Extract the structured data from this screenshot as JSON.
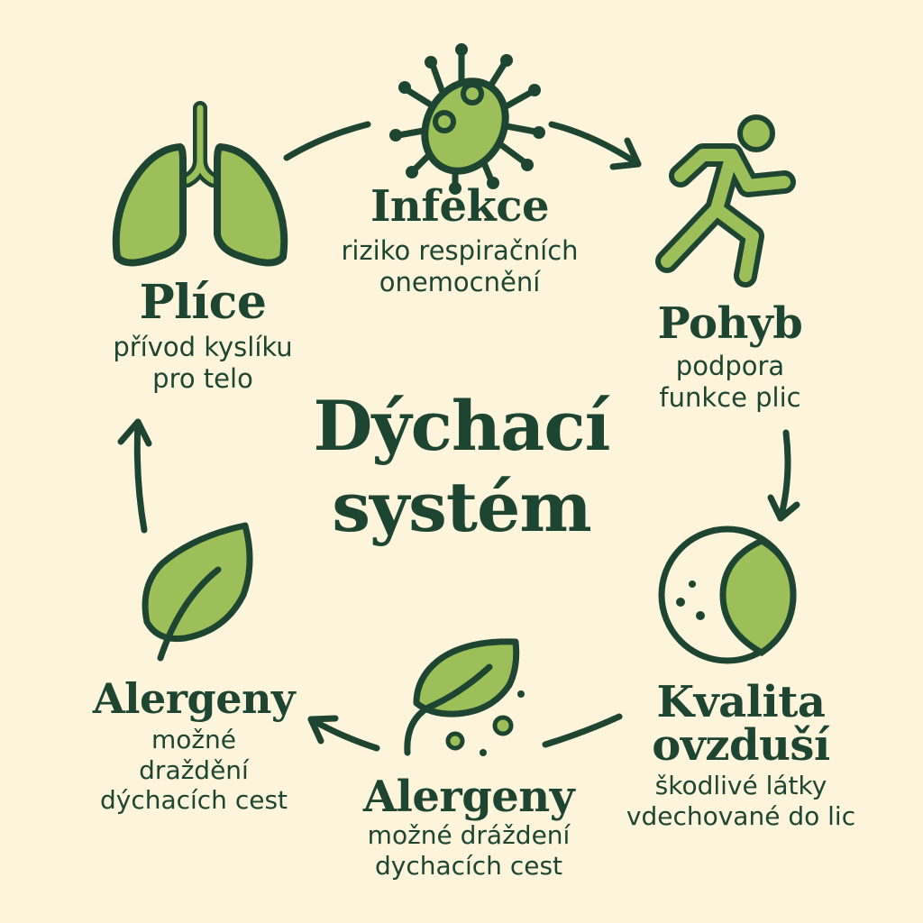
{
  "colors": {
    "background": "#fdf4dc",
    "dark_green": "#1e4531",
    "light_green": "#9cbf5a"
  },
  "center": {
    "line1": "Dýchací",
    "line2": "systém"
  },
  "nodes": [
    {
      "id": "infekce",
      "icon": "virus-icon",
      "title": "Infekce",
      "desc_lines": [
        "riziko respiračních",
        "onemocnění"
      ]
    },
    {
      "id": "pohyb",
      "icon": "running-person-icon",
      "title": "Pohyb",
      "desc_lines": [
        "podpora",
        "funkce plic"
      ]
    },
    {
      "id": "kvalita-ovzdusi",
      "icon": "air-quality-icon",
      "title_lines": [
        "Kvalita",
        "ovzduší"
      ],
      "desc_lines": [
        "škodlivé látky",
        "vdechované do lic"
      ]
    },
    {
      "id": "alergeny-bottom",
      "icon": "leaf-pollen-icon",
      "title": "Alergeny",
      "desc_lines": [
        "možné drážde­ní",
        "dychacích cest"
      ]
    },
    {
      "id": "alergeny-left",
      "icon": "leaf-icon",
      "title": "Alergeny",
      "desc_lines": [
        "možné",
        "draždění",
        "dýchacích cest"
      ]
    },
    {
      "id": "plice",
      "icon": "lungs-icon",
      "title": "Plíce",
      "desc_lines": [
        "přívod kyslíku",
        "pro telo"
      ]
    }
  ]
}
